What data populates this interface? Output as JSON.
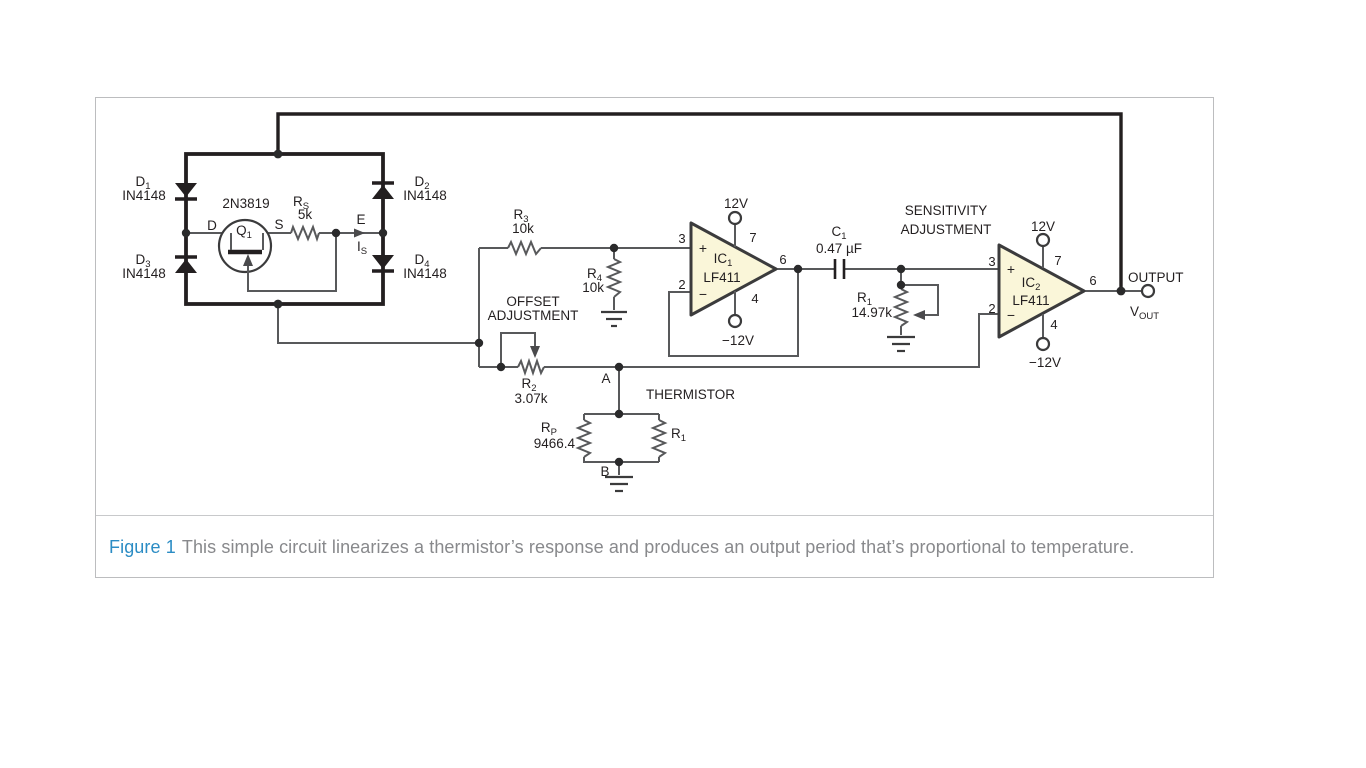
{
  "figure": {
    "caption": {
      "label": "Figure 1",
      "text": "This simple circuit linearizes a thermistor’s response and produces an output period that’s proportional to temperature."
    }
  },
  "colors": {
    "background": "#ffffff",
    "frame_border": "#bcbdbf",
    "wire": "#58595b",
    "thick_wire": "#231f20",
    "component_text": "#231f20",
    "opamp_fill": "#faf6d9",
    "opamp_stroke": "#3b3b3c",
    "caption_label": "#2b8cc4",
    "caption_text": "#88898c"
  },
  "components": {
    "d1": {
      "ref": "D",
      "sub": "1",
      "part": "IN4148"
    },
    "d2": {
      "ref": "D",
      "sub": "2",
      "part": "IN4148"
    },
    "d3": {
      "ref": "D",
      "sub": "3",
      "part": "IN4148"
    },
    "d4": {
      "ref": "D",
      "sub": "4",
      "part": "IN4148"
    },
    "q1": {
      "ref": "Q",
      "sub": "1",
      "part": "2N3819"
    },
    "rs": {
      "ref": "R",
      "sub": "S",
      "value": "5k"
    },
    "r3": {
      "ref": "R",
      "sub": "3",
      "value": "10k"
    },
    "r4": {
      "ref": "R",
      "sub": "4",
      "value": "10k"
    },
    "r2": {
      "ref": "R",
      "sub": "2",
      "value": "3.07k"
    },
    "rp": {
      "ref": "R",
      "sub": "P",
      "value": "9466.4"
    },
    "rt": {
      "ref": "R",
      "sub": "1"
    },
    "r1": {
      "ref": "R",
      "sub": "1",
      "value": "14.97k"
    },
    "c1": {
      "ref": "C",
      "sub": "1",
      "value": "0.47 µF"
    },
    "ic1": {
      "ref": "IC",
      "sub": "1",
      "part": "LF411"
    },
    "ic2": {
      "ref": "IC",
      "sub": "2",
      "part": "LF411"
    }
  },
  "labels": {
    "offset_line1": "OFFSET",
    "offset_line2": "ADJUSTMENT",
    "sensitivity_line1": "SENSITIVITY",
    "sensitivity_line2": "ADJUSTMENT",
    "thermistor": "THERMISTOR",
    "output": "OUTPUT",
    "vout_ref": "V",
    "vout_sub": "OUT",
    "drain": "D",
    "source": "S",
    "node_e": "E",
    "is_ref": "I",
    "is_sub": "S",
    "node_a": "A",
    "node_b": "B",
    "supply_pos": "12V",
    "supply_neg": "−12V",
    "plus": "+",
    "minus": "−"
  },
  "pins": {
    "p2": "2",
    "p3": "3",
    "p4": "4",
    "p6": "6",
    "p7": "7"
  }
}
